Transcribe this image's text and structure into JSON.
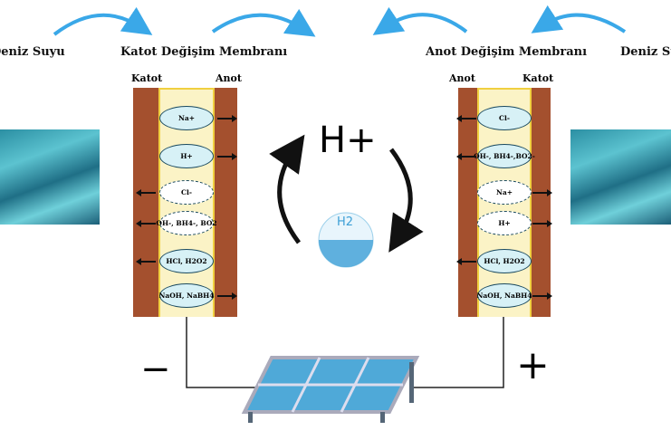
{
  "labels": {
    "sea_left": "Deniz Suyu",
    "cem": "Katot Değişim Membranı",
    "aem": "Anot Değişim Membranı",
    "sea_right": "Deniz Suyu",
    "hplus": "H+",
    "h2": "H2",
    "minus": "−",
    "plus": "+"
  },
  "left_cell": {
    "left_label": "Katot",
    "right_label": "Anot",
    "ions": [
      {
        "text": "Na+",
        "dashed": false,
        "dir": "right"
      },
      {
        "text": "H+",
        "dashed": false,
        "dir": "right"
      },
      {
        "text": "Cl-",
        "dashed": true,
        "dir": "left"
      },
      {
        "text": "OH-, BH4-, BO2",
        "dashed": true,
        "dir": "left"
      },
      {
        "text": "HCl, H2O2",
        "dashed": false,
        "dir": "left"
      },
      {
        "text": "NaOH, NaBH4",
        "dashed": false,
        "dir": "right"
      }
    ]
  },
  "right_cell": {
    "left_label": "Anot",
    "right_label": "Katot",
    "ions": [
      {
        "text": "Cl-",
        "dashed": false,
        "dir": "left"
      },
      {
        "text": "OH-, BH4-,BO2-",
        "dashed": false,
        "dir": "left"
      },
      {
        "text": "Na+",
        "dashed": true,
        "dir": "right"
      },
      {
        "text": "H+",
        "dashed": true,
        "dir": "right"
      },
      {
        "text": "HCl, H2O2",
        "dashed": false,
        "dir": "left"
      },
      {
        "text": "NaOH, NaBH4",
        "dashed": false,
        "dir": "right"
      }
    ]
  },
  "colors": {
    "electrode": "#a4502e",
    "membrane": "#fbf3c6",
    "arrow_blue": "#3aa8e8"
  }
}
